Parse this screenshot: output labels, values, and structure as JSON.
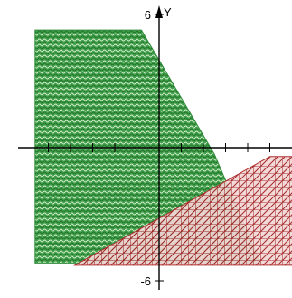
{
  "chart_data": {
    "type": "area",
    "xlabel": "",
    "ylabel": "Y",
    "xlim": [
      -6.2,
      6.2
    ],
    "ylim": [
      -6.2,
      6.2
    ],
    "grid": false,
    "x_ticks": [
      -5,
      -4,
      -3,
      -2,
      -1,
      1,
      2,
      3,
      4,
      5
    ],
    "y_ticks": [
      6,
      -6
    ],
    "y_tick_labels": [
      "6",
      "-6"
    ],
    "regions": [
      {
        "fill": "#2e8b3a",
        "boundary_points": [
          [
            -5.6,
            5.3
          ],
          [
            -0.8,
            5.3
          ],
          [
            2.5,
            -0.3
          ],
          [
            4.6,
            -5.2
          ],
          [
            -5.6,
            -5.2
          ]
        ]
      },
      {
        "fill": "#b03030",
        "boundary_points": [
          [
            -3.8,
            -5.3
          ],
          [
            5.0,
            -0.4
          ],
          [
            6.2,
            -0.4
          ],
          [
            6.2,
            -5.3
          ]
        ]
      }
    ],
    "colors": {
      "green": "#2e8b3a",
      "red": "#b03030",
      "axis": "#000000"
    }
  }
}
